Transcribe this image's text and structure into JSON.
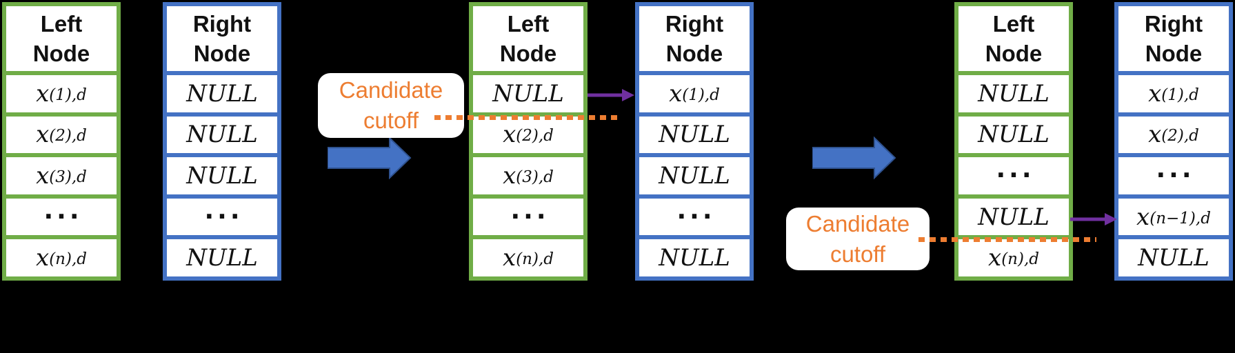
{
  "colors": {
    "background": "#000000",
    "left_node_border_green": "#70AD47",
    "right_node_border_blue": "#4472C4",
    "cutoff_orange": "#ED7D31",
    "swap_arrow_purple": "#7030A0",
    "transition_arrow_fill": "#4472C4",
    "transition_arrow_outline": "#2F528F",
    "cell_background": "#FFFFFF",
    "text_color": "#111111"
  },
  "stages": [
    {
      "left_table": {
        "header": "Left Node",
        "rows": [
          "x_(1),d",
          "x_(2),d",
          "x_(3),d",
          "···",
          "x_(n),d"
        ]
      },
      "right_table": {
        "header": "Right Node",
        "rows": [
          "NULL",
          "NULL",
          "NULL",
          "···",
          "NULL"
        ]
      }
    },
    {
      "cutoff_label": "Candidate cutoff",
      "left_table": {
        "header": "Left Node",
        "rows": [
          "NULL",
          "x_(2),d",
          "x_(3),d",
          "···",
          "x_(n),d"
        ]
      },
      "right_table": {
        "header": "Right Node",
        "rows": [
          "x_(1),d",
          "NULL",
          "NULL",
          "···",
          "NULL"
        ]
      }
    },
    {
      "cutoff_label": "Candidate cutoff",
      "left_table": {
        "header": "Left Node",
        "rows": [
          "NULL",
          "NULL",
          "···",
          "NULL",
          "x_(n),d"
        ]
      },
      "right_table": {
        "header": "Right Node",
        "rows": [
          "x_(1),d",
          "x_(2),d",
          "···",
          "x_(n−1),d",
          "NULL"
        ]
      }
    }
  ]
}
